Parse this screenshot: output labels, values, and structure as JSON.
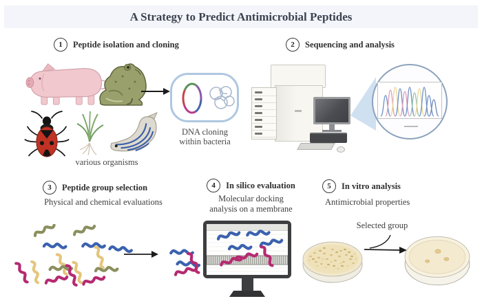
{
  "title": "A Strategy to Predict Antimicrobial Peptides",
  "steps": [
    {
      "number": "1",
      "label": "Peptide isolation and cloning"
    },
    {
      "number": "2",
      "label": "Sequencing and analysis"
    },
    {
      "number": "3",
      "label": "Peptide group selection",
      "subtitle": "Physical and chemical evaluations"
    },
    {
      "number": "4",
      "label": "In silico evaluation",
      "subtitle_line1": "Molecular docking",
      "subtitle_line2": "analysis on a membrane"
    },
    {
      "number": "5",
      "label": "In vitro analysis",
      "subtitle": "Antimicrobial properties"
    }
  ],
  "captions": {
    "organisms": "various organisms",
    "dna_line1": "DNA cloning",
    "dna_line2": "within bacteria",
    "selected_group": "Selected group"
  },
  "colors": {
    "title_band": "#f3f5fa",
    "capsule_border": "#aec7e0",
    "magnifier_beam": "#cfe0f1",
    "peptide_blue": "#3b62ae",
    "peptide_magenta": "#b52a70",
    "peptide_olive": "#8b8f5e",
    "peptide_yellow": "#e4c67c",
    "pig_pink": "#f1c8ce",
    "frog_green": "#9aa06b",
    "bug_red": "#c03224",
    "agar_cream": "#f2e8c9"
  }
}
